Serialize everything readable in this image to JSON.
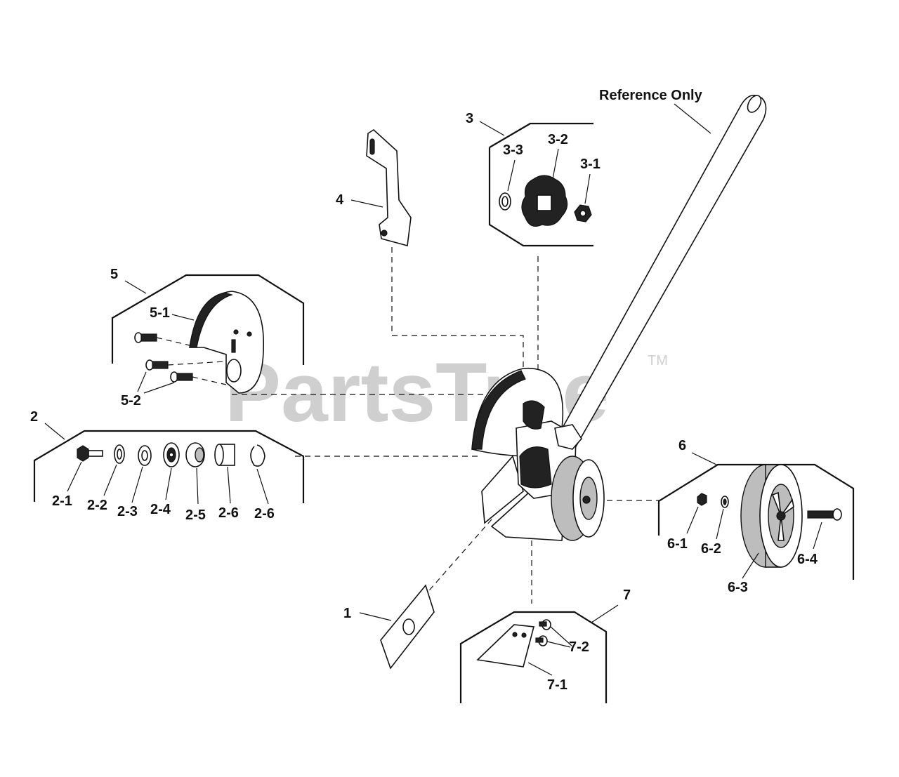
{
  "watermark": {
    "brand": "PartsTree",
    "trademark": "TM"
  },
  "reference_label": "Reference Only",
  "callouts": {
    "c1": "1",
    "c2": "2",
    "c2_1": "2-1",
    "c2_2": "2-2",
    "c2_3": "2-3",
    "c2_4": "2-4",
    "c2_5": "2-5",
    "c2_6a": "2-6",
    "c2_6b": "2-6",
    "c3": "3",
    "c3_1": "3-1",
    "c3_2": "3-2",
    "c3_3": "3-3",
    "c4": "4",
    "c5": "5",
    "c5_1": "5-1",
    "c5_2": "5-2",
    "c6": "6",
    "c6_1": "6-1",
    "c6_2": "6-2",
    "c6_3": "6-3",
    "c6_4": "6-4",
    "c7": "7",
    "c7_1": "7-1",
    "c7_2": "7-2"
  }
}
